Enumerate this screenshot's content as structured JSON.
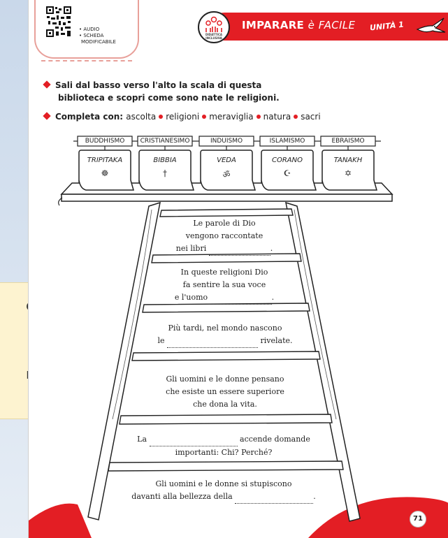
{
  "side_note": {
    "fragments": [
      "e",
      "n"
    ]
  },
  "qr": {
    "labels": [
      "• AUDIO",
      "• SCHEDA",
      "MODIFICABILE"
    ]
  },
  "logo": {
    "text": "DIDATTICA INCLUSIVA"
  },
  "banner": {
    "title_part1": "IMPARARE",
    "title_part2": "è",
    "title_part3": "FACILE",
    "unit": "UNITÀ 1"
  },
  "instructions": {
    "line1": "Sali dal basso verso l'alto la scala di questa",
    "line2": "biblioteca e scopri come sono nate le religioni.",
    "complete_label": "Completa con:",
    "words": [
      "ascolta",
      "religioni",
      "meraviglia",
      "natura",
      "sacri"
    ]
  },
  "books": [
    {
      "religion": "BUDDHISMO",
      "title": "TRIPITAKA",
      "symbol": "☸"
    },
    {
      "religion": "CRISTIANESIMO",
      "title": "BIBBIA",
      "symbol": "†"
    },
    {
      "religion": "INDUISMO",
      "title": "VEDA",
      "symbol": "ॐ"
    },
    {
      "religion": "ISLAMISMO",
      "title": "CORANO",
      "symbol": "☪"
    },
    {
      "religion": "EBRAISMO",
      "title": "TANAKH",
      "symbol": "✡"
    }
  ],
  "steps": [
    {
      "lines": [
        "Le parole di Dio",
        "vengono raccontate",
        "nei libri"
      ]
    },
    {
      "lines": [
        "In queste religioni Dio",
        "fa sentire la sua voce",
        "e l'uomo"
      ]
    },
    {
      "lines": [
        "Più tardi, nel mondo nascono",
        "le",
        "rivelate."
      ]
    },
    {
      "lines": [
        "Gli uomini e le donne pensano",
        "che esiste un essere superiore",
        "che dona la vita."
      ]
    },
    {
      "lines": [
        "La",
        "accende domande",
        "importanti: Chi? Perché?"
      ]
    },
    {
      "lines": [
        "Gli uomini e le donne si stupiscono",
        "davanti alla bellezza della"
      ]
    }
  ],
  "page_number": "71",
  "colors": {
    "accent": "#e31e24",
    "qr_border": "#e8a09a",
    "note_bg": "#fdf3d0"
  }
}
